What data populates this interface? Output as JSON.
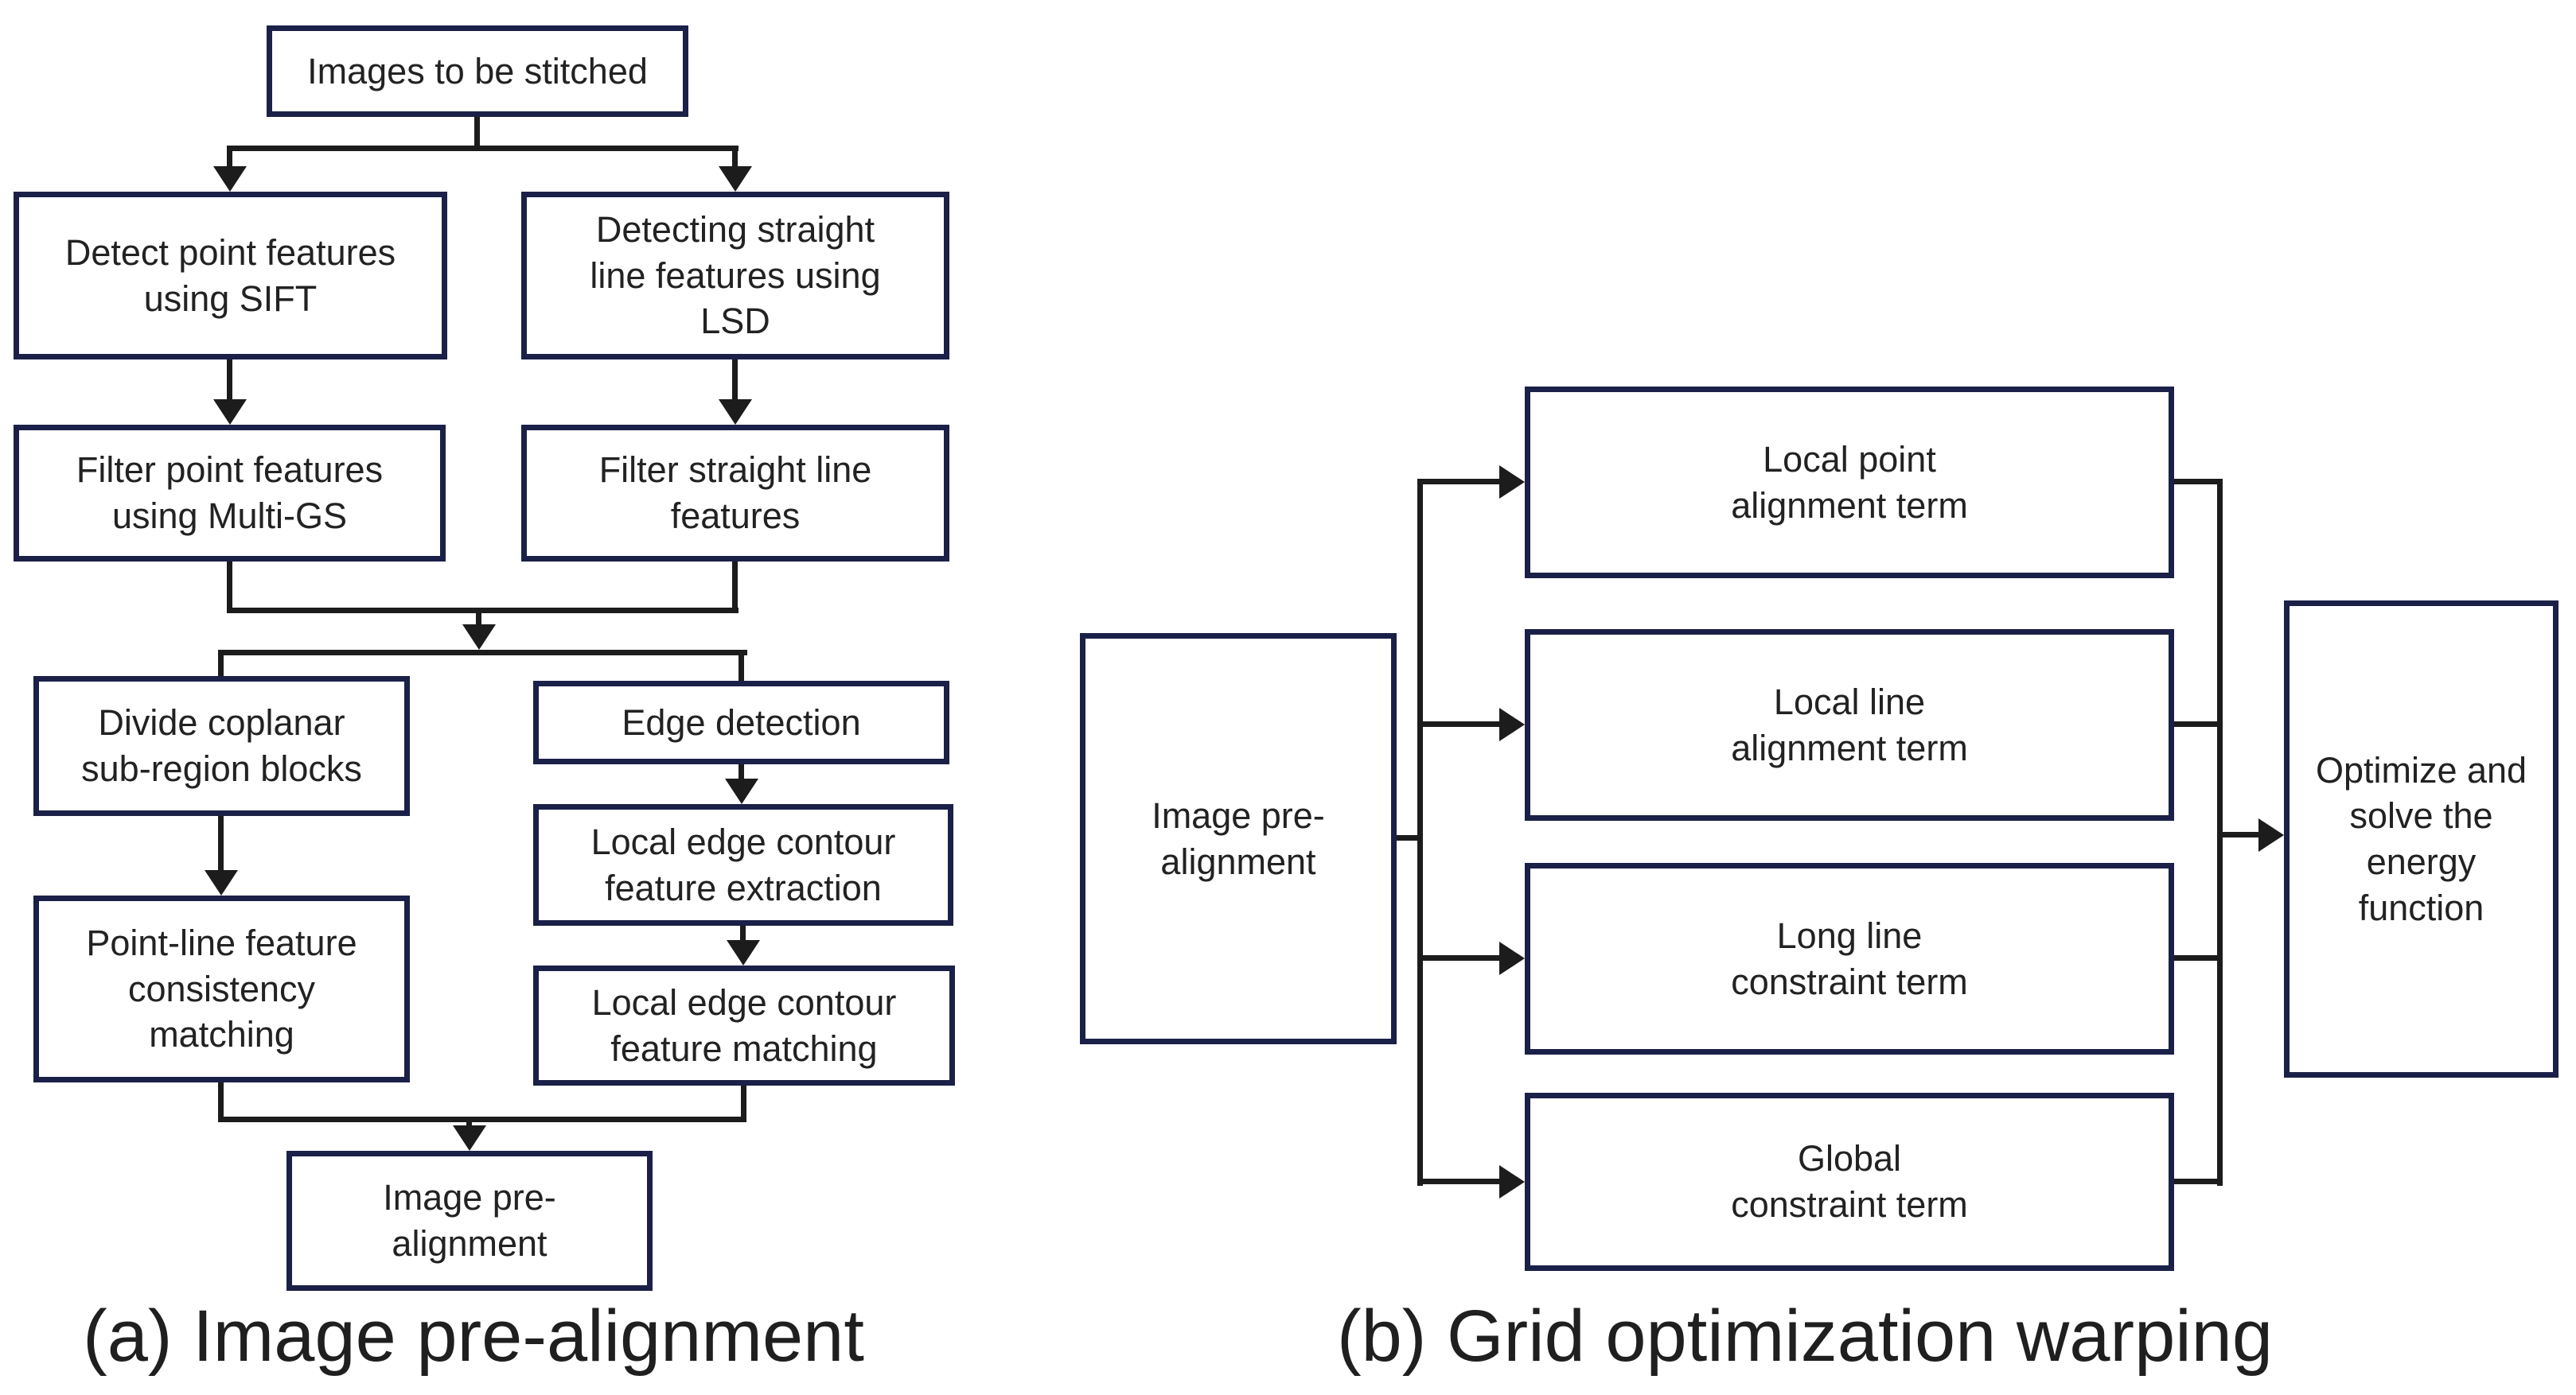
{
  "colors": {
    "box_border": "#1a2047",
    "connector_line": "#1c1c1c",
    "text": "#222222",
    "background": "#ffffff"
  },
  "panel_a": {
    "caption": "(a) Image pre-alignment",
    "nodes": {
      "images_to_be_stitched": "Images to be stitched",
      "detect_point_features": "Detect point features\nusing SIFT",
      "detect_line_features": "Detecting straight\nline features using\nLSD",
      "filter_point_features": "Filter point features\nusing Multi-GS",
      "filter_line_features": "Filter straight line\nfeatures",
      "divide_blocks": "Divide coplanar\nsub-region blocks",
      "edge_detection": "Edge detection",
      "contour_extraction": "Local edge contour\nfeature extraction",
      "point_line_matching": "Point-line feature\nconsistency\nmatching",
      "contour_matching": "Local edge contour\nfeature matching",
      "image_pre_alignment": "Image pre-\nalignment"
    }
  },
  "panel_b": {
    "caption": "(b) Grid optimization warping",
    "nodes": {
      "image_pre_alignment": "Image pre-\nalignment",
      "local_point_term": "Local point\nalignment term",
      "local_line_term": "Local line\nalignment term",
      "long_line_term": "Long line\nconstraint term",
      "global_term": "Global\nconstraint term",
      "optimize": "Optimize and\nsolve the\nenergy\nfunction"
    }
  }
}
